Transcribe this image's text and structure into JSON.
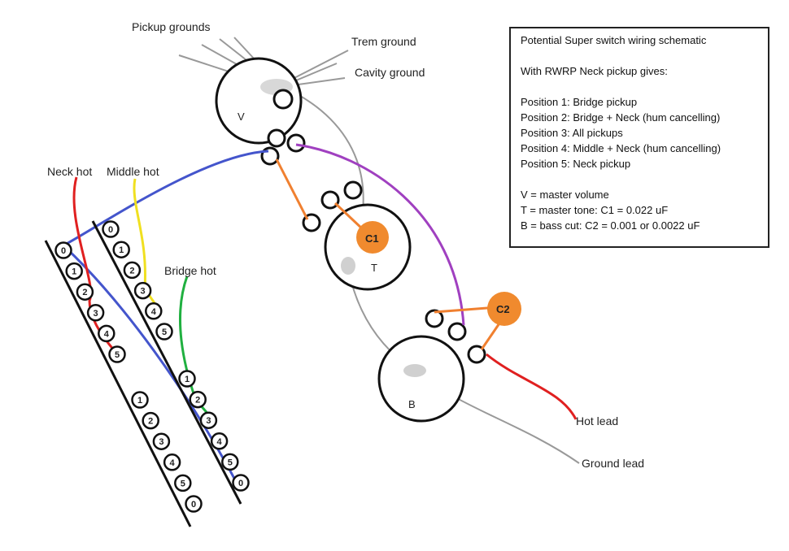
{
  "labels": {
    "pickup_grounds": "Pickup grounds",
    "trem_ground": "Trem ground",
    "cavity_ground": "Cavity ground",
    "neck_hot": "Neck hot",
    "middle_hot": "Middle hot",
    "bridge_hot": "Bridge hot",
    "hot_lead": "Hot lead",
    "ground_lead": "Ground lead"
  },
  "pots": {
    "volume": "V",
    "tone": "T",
    "bass": "B"
  },
  "capacitors": {
    "c1": "C1",
    "c2": "C2"
  },
  "switch_decks": {
    "deck1_upper": [
      "0",
      "1",
      "2",
      "3",
      "4",
      "5"
    ],
    "deck1_lower": [
      "1",
      "2",
      "3",
      "4",
      "5",
      "0"
    ],
    "deck2_upper": [
      "0",
      "1",
      "2",
      "3",
      "4",
      "5"
    ],
    "deck2_lower": [
      "1",
      "2",
      "3",
      "4",
      "5",
      "0"
    ]
  },
  "info": {
    "title": "Potential Super switch wiring schematic",
    "subtitle": "With RWRP Neck pickup gives:",
    "positions": [
      "Position 1: Bridge pickup",
      "Position 2: Bridge + Neck (hum cancelling)",
      "Position 3: All pickups",
      "Position 4: Middle + Neck (hum cancelling)",
      "Position 5: Neck pickup"
    ],
    "legend": [
      "V = master volume",
      "T = master tone: C1 = 0.022 uF",
      "B = bass cut: C2 = 0.001 or 0.0022 uF"
    ]
  },
  "colors": {
    "neck_hot": "#e02020",
    "middle_hot": "#f0e020",
    "bridge_hot": "#20b040",
    "blue_wire": "#4455cc",
    "purple_wire": "#a040c0",
    "orange_wire": "#f08030",
    "ground_wire": "#999999",
    "capacitor": "#f08a2e"
  }
}
